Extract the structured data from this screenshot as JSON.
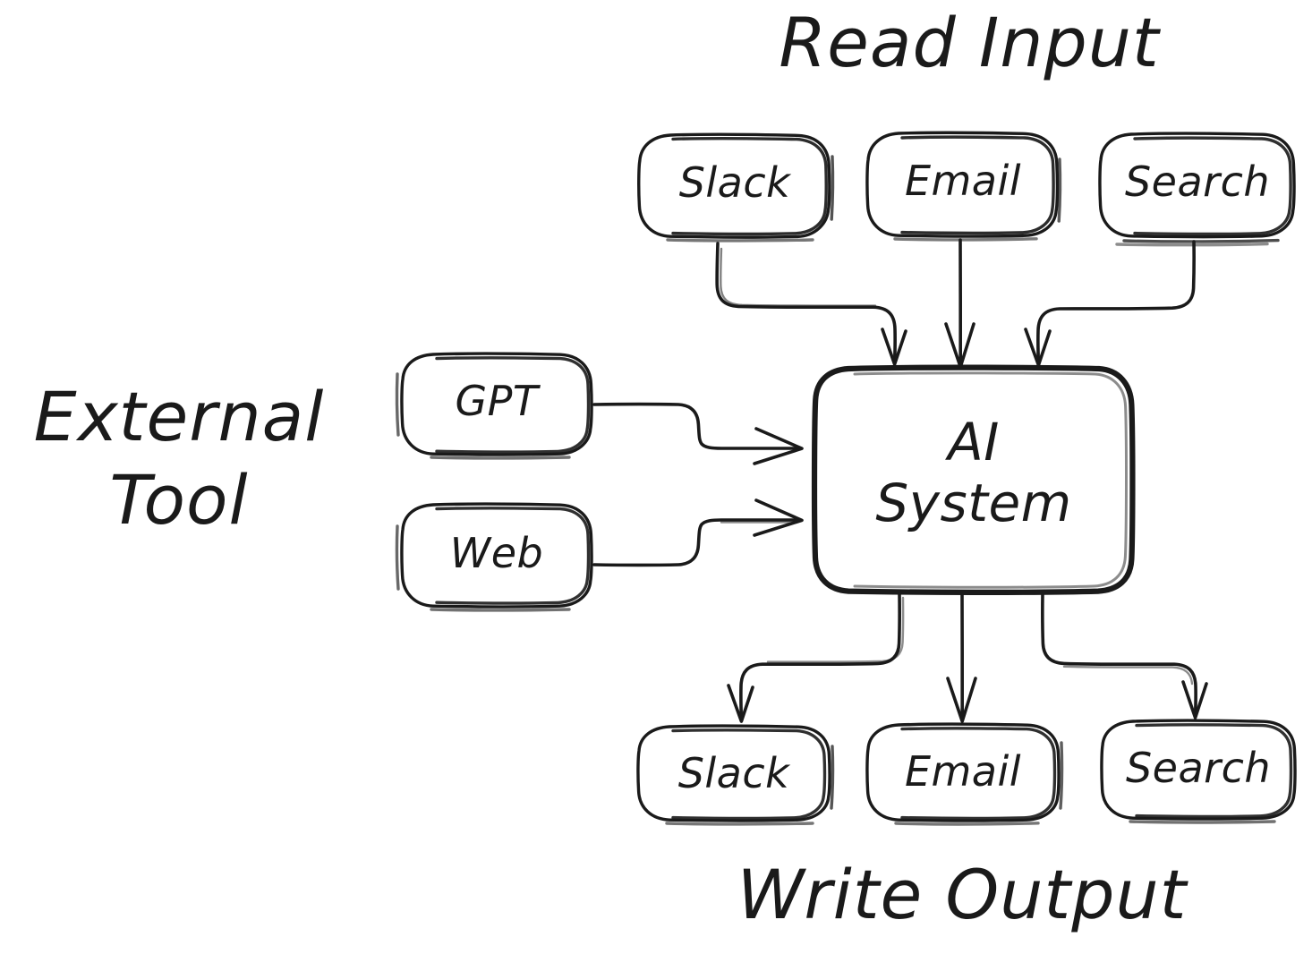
{
  "diagram": {
    "title_read_input": "Read Input",
    "title_external_tool_line1": "External",
    "title_external_tool_line2": "Tool",
    "title_write_output": "Write Output",
    "style": "hand-drawn-sketch",
    "stroke_color": "#1a1a1a",
    "fill_color": "#ffffff",
    "background_color": "#ffffff"
  },
  "nodes": {
    "center": {
      "label_line1": "AI",
      "label_line2": "System",
      "label": "AI System"
    },
    "inputs": [
      {
        "id": "input-slack",
        "label": "Slack"
      },
      {
        "id": "input-email",
        "label": "Email"
      },
      {
        "id": "input-search",
        "label": "Search"
      }
    ],
    "tools": [
      {
        "id": "tool-gpt",
        "label": "GPT"
      },
      {
        "id": "tool-web",
        "label": "Web"
      }
    ],
    "outputs": [
      {
        "id": "output-slack",
        "label": "Slack"
      },
      {
        "id": "output-email",
        "label": "Email"
      },
      {
        "id": "output-search",
        "label": "Search"
      }
    ]
  },
  "edges": [
    {
      "from": "Slack",
      "to": "AI System",
      "direction": "down"
    },
    {
      "from": "Email",
      "to": "AI System",
      "direction": "down"
    },
    {
      "from": "Search",
      "to": "AI System",
      "direction": "down"
    },
    {
      "from": "GPT",
      "to": "AI System",
      "direction": "right"
    },
    {
      "from": "Web",
      "to": "AI System",
      "direction": "right"
    },
    {
      "from": "AI System",
      "to": "Slack",
      "direction": "down"
    },
    {
      "from": "AI System",
      "to": "Email",
      "direction": "down"
    },
    {
      "from": "AI System",
      "to": "Search",
      "direction": "down"
    }
  ]
}
